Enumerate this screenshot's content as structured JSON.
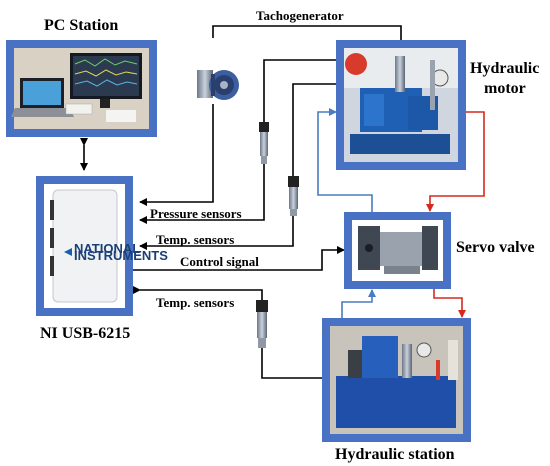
{
  "labels": {
    "pc_station": "PC Station",
    "tachogenerator": "Tachogenerator",
    "hydraulic_motor_line1": "Hydraulic",
    "hydraulic_motor_line2": "motor",
    "pressure_sensors": "Pressure sensors",
    "temp_sensors_top": "Temp. sensors",
    "control_signal": "Control signal",
    "servo_valve": "Servo valve",
    "temp_sensors_bottom": "Temp. sensors",
    "ni_usb": "NI USB-6215",
    "hydraulic_station": "Hydraulic station",
    "daq_brand_line1": "NATIONAL",
    "daq_brand_line2": "INSTRUMENTS"
  },
  "colors": {
    "frame_blue": "#4a72c4",
    "hydraulic_flow": "#4a7cc0",
    "return_flow": "#d42a1e",
    "signal_wire": "#000000"
  },
  "icons": [
    "pc-photo",
    "tachogenerator-photo",
    "pressure-sensor-photo",
    "temp-sensor-photo",
    "daq-photo",
    "hydraulic-motor-photo",
    "servo-valve-photo",
    "hydraulic-station-photo"
  ]
}
